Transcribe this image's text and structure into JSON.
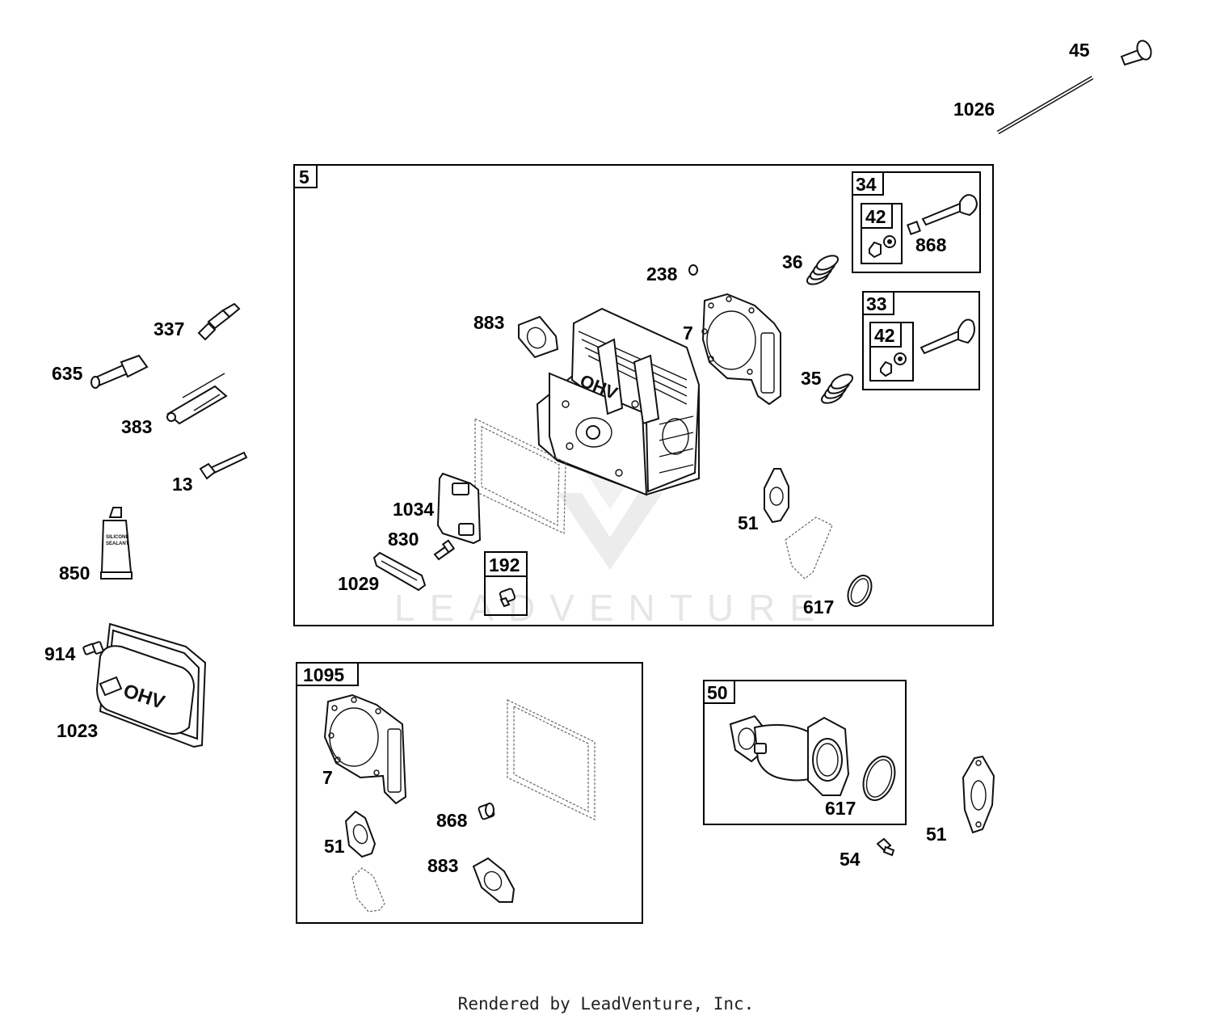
{
  "labels": {
    "p45": "45",
    "p1026": "1026",
    "p5": "5",
    "p34": "34",
    "p42a": "42",
    "p868a": "868",
    "p238": "238",
    "p36": "36",
    "p883a": "883",
    "p7a": "7",
    "p33": "33",
    "p42b": "42",
    "p35": "35",
    "p337": "337",
    "p635": "635",
    "p383": "383",
    "p13": "13",
    "p850": "850",
    "p914": "914",
    "p1023": "1023",
    "p1034": "1034",
    "p830": "830",
    "p1029": "1029",
    "p192": "192",
    "p51a": "51",
    "p617a": "617",
    "p1095": "1095",
    "p7b": "7",
    "p868b": "868",
    "p51b": "51",
    "p883b": "883",
    "p50": "50",
    "p617b": "617",
    "p51c": "51",
    "p54": "54"
  },
  "tube_text": {
    "line1": "SILICONE",
    "line2": "SEALANT"
  },
  "cover_text": "OHV",
  "head_text": "OHV",
  "watermark": "LEADVENTURE",
  "footer": "Rendered by LeadVenture, Inc."
}
